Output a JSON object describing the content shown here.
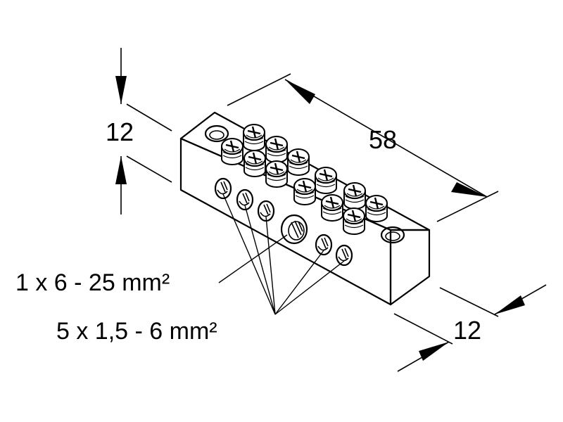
{
  "drawing": {
    "dimensions": {
      "height_left": "12",
      "length_top": "58",
      "width_right": "12"
    },
    "callouts": {
      "large_hole": "1 x 6 - 25 mm²",
      "small_holes": "5 x 1,5 - 6 mm²"
    },
    "counts": {
      "clamp_screws": 12,
      "mounting_holes": 2,
      "small_entry_holes": 5,
      "large_entry_holes": 1
    }
  }
}
